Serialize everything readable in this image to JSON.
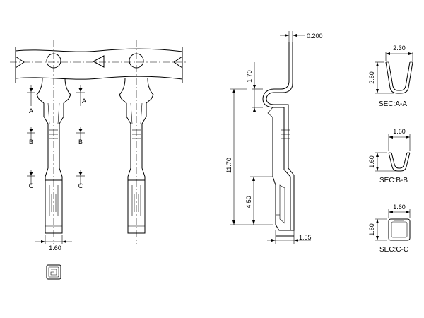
{
  "dimensions": {
    "thickness": "0.200",
    "upper_height": "1.70",
    "total_length": "11.70",
    "lower_length": "4.50",
    "bottom_width": "1.55",
    "front_width": "1.60",
    "sec_a_width": "2.30",
    "sec_a_height": "2.60",
    "sec_b_width": "1.60",
    "sec_b_height": "1.60",
    "sec_c_width": "1.60",
    "sec_c_height": "1.60"
  },
  "section_marks": {
    "a": "A",
    "b": "B",
    "c": "C"
  },
  "section_labels": {
    "a": "SEC:A-A",
    "b": "SEC:B-B",
    "c": "SEC:C-C"
  }
}
